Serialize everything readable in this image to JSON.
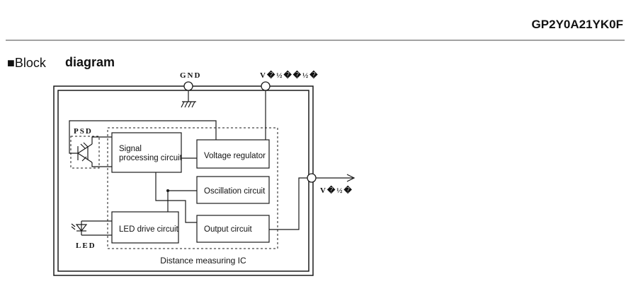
{
  "header": {
    "part_number": "GP2Y0A21YK0F"
  },
  "section": {
    "bullet_label": "■Block",
    "title": "diagram"
  },
  "diagram": {
    "pins": {
      "gnd": "GND",
      "vcc": "V�½��½�",
      "vout": "V�½�"
    },
    "psd_label": "PSD",
    "led_label": "LED",
    "blocks": {
      "signal_processing": {
        "line1": "Signal",
        "line2": "processing circuit"
      },
      "voltage_regulator": "Voltage regulator",
      "oscillation": "Oscillation circuit",
      "led_drive": "LED drive circuit",
      "output": "Output circuit"
    },
    "ic_label": "Distance measuring IC",
    "icons": {
      "ground": "ground-icon",
      "psd": "photodiode-icon",
      "led": "led-icon",
      "output_arrow": "arrow-right-icon"
    }
  }
}
